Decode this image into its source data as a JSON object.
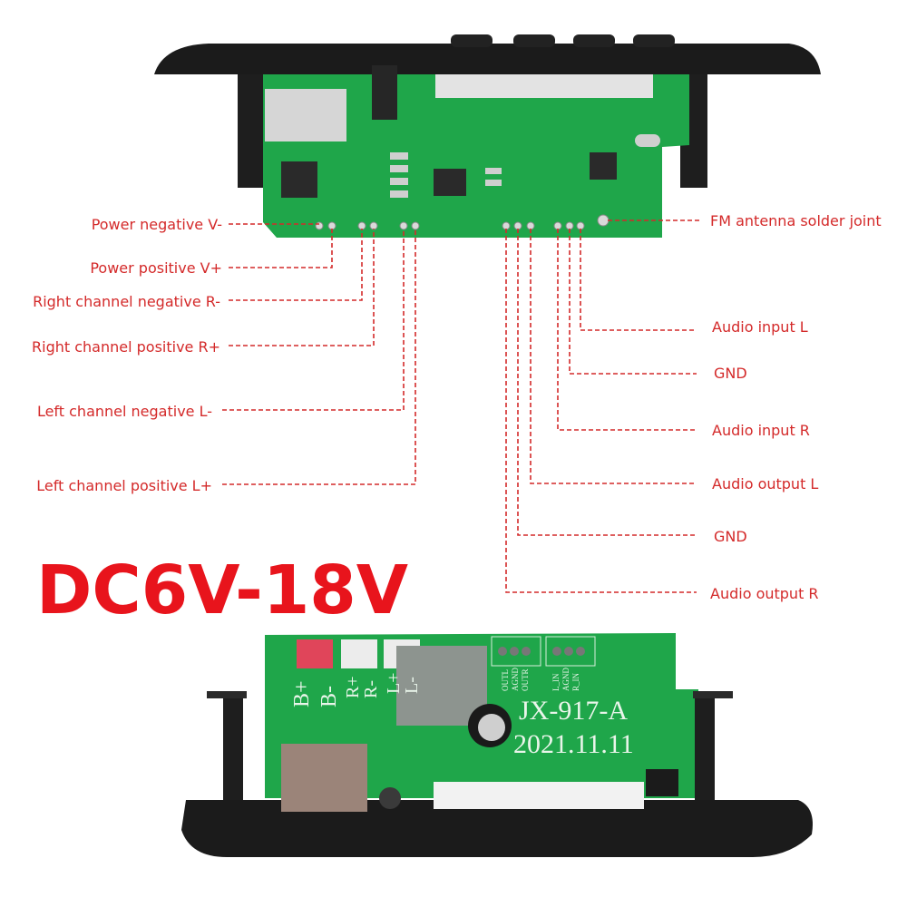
{
  "voltage_title": "DC6V-18V",
  "colors": {
    "label": "#d42a2a",
    "title": "#e8141c",
    "pcb": "#1fa64a",
    "case": "#1b1b1b"
  },
  "left_labels": [
    "Power negative V-",
    "Power positive V+",
    "Right channel negative R-",
    "Right channel positive R+",
    "Left channel negative L-",
    "Left channel positive L+"
  ],
  "right_labels": [
    "FM antenna solder joint",
    "Audio input L",
    "GND",
    "Audio input R",
    "Audio output L",
    "GND",
    "Audio output R"
  ],
  "bottom_board": {
    "model": "JX-917-A",
    "date": "2021.11.11",
    "connector_labels": [
      "B+",
      "B-",
      "R+",
      "R-",
      "L+",
      "L-"
    ],
    "header_out_labels": [
      "OUTL",
      "AGND",
      "OUTR"
    ],
    "header_in_labels": [
      "L_IN",
      "AGND",
      "R_IN"
    ]
  }
}
